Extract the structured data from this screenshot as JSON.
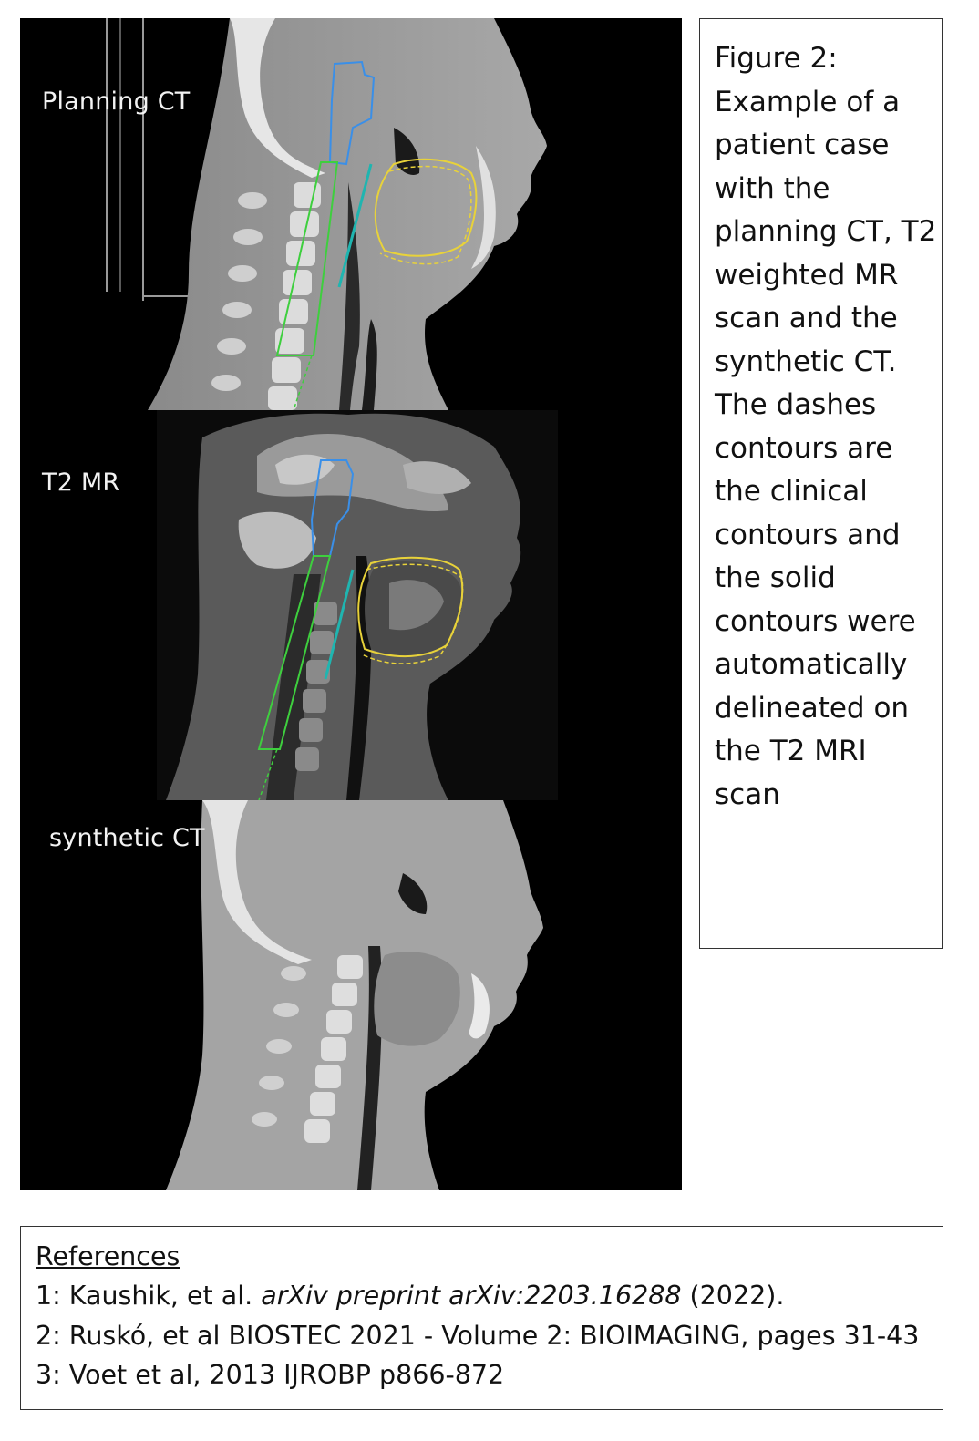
{
  "figure": {
    "panels": [
      {
        "label": "Planning CT"
      },
      {
        "label": "T2 MR"
      },
      {
        "label": "synthetic CT"
      }
    ],
    "contour_colors": {
      "brain_stem": "#3a8fe8",
      "spinal_cord": "#3ecf3e",
      "oral_cavity": "#e8d23a",
      "pharynx": "#1fb5b0"
    }
  },
  "caption": {
    "text": "Figure 2: Example of a patient case with the planning CT, T2 weighted MR scan and the synthetic CT. The dashes contours are the clinical contours and the solid contours were automatically delineated on the T2 MRI scan"
  },
  "references": {
    "title": "References",
    "items": [
      {
        "prefix": "1: Kaushik, et al. ",
        "italic": "arXiv preprint arXiv:2203.16288",
        "suffix": " (2022)."
      },
      {
        "prefix": "2: Ruskó, et al BIOSTEC 2021 - Volume 2: BIOIMAGING, pages 31-43",
        "italic": "",
        "suffix": ""
      },
      {
        "prefix": "3: Voet et al, 2013 IJROBP p866-872",
        "italic": "",
        "suffix": ""
      }
    ]
  }
}
